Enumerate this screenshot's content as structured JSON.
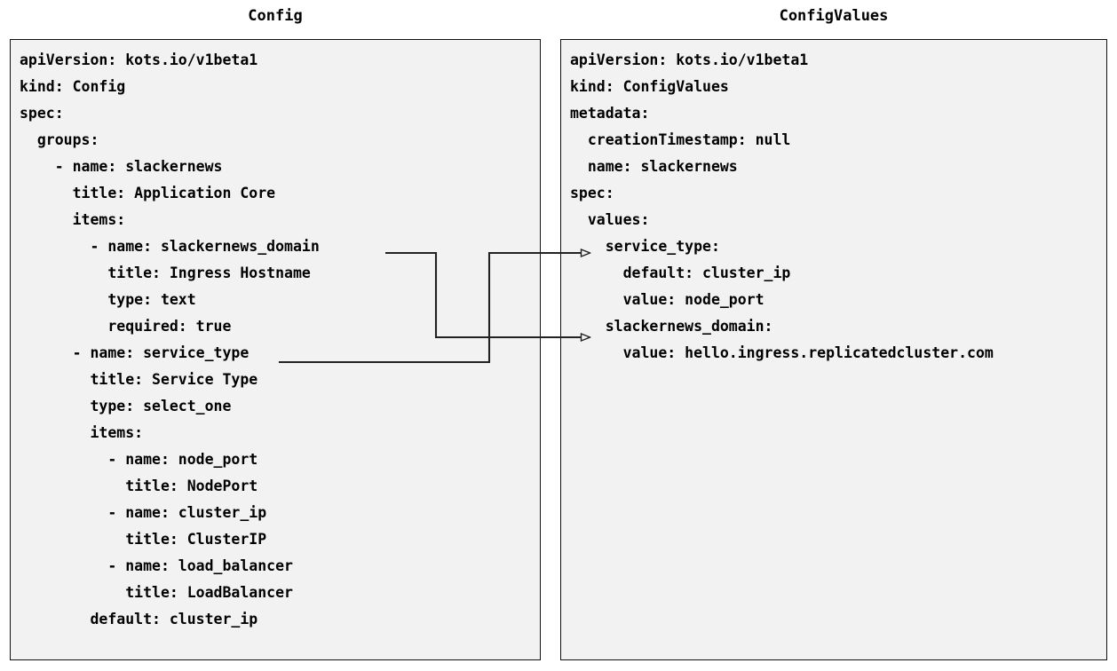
{
  "diagram": {
    "type": "two-panel-yaml-mapping",
    "background": "#ffffff",
    "panel_fill": "#f2f2f2",
    "panel_border": "#111111",
    "connector_color": "#222222"
  },
  "left_panel": {
    "title": "Config",
    "lines": [
      "apiVersion: kots.io/v1beta1",
      "kind: Config",
      "spec:",
      "  groups:",
      "    - name: slackernews",
      "      title: Application Core",
      "      items:",
      "        - name: slackernews_domain",
      "          title: Ingress Hostname",
      "          type: text",
      "          required: true",
      "      - name: service_type",
      "        title: Service Type",
      "        type: select_one",
      "        items:",
      "          - name: node_port",
      "            title: NodePort",
      "          - name: cluster_ip",
      "            title: ClusterIP",
      "          - name: load_balancer",
      "            title: LoadBalancer",
      "        default: cluster_ip"
    ]
  },
  "right_panel": {
    "title": "ConfigValues",
    "lines": [
      "apiVersion: kots.io/v1beta1",
      "kind: ConfigValues",
      "metadata:",
      "  creationTimestamp: null",
      "  name: slackernews",
      "spec:",
      "  values:",
      "    service_type:",
      "      default: cluster_ip",
      "      value: node_port",
      "    slackernews_domain:",
      "      value: hello.ingress.replicatedcluster.com"
    ]
  },
  "connectors": [
    {
      "name": "slackernews-domain-mapping",
      "from_label": "slackernews_domain",
      "to_label": "slackernews_domain:",
      "arrow": "open-triangle"
    },
    {
      "name": "service-type-mapping",
      "from_label": "service_type",
      "to_label": "service_type:",
      "arrow": "open-triangle"
    }
  ]
}
